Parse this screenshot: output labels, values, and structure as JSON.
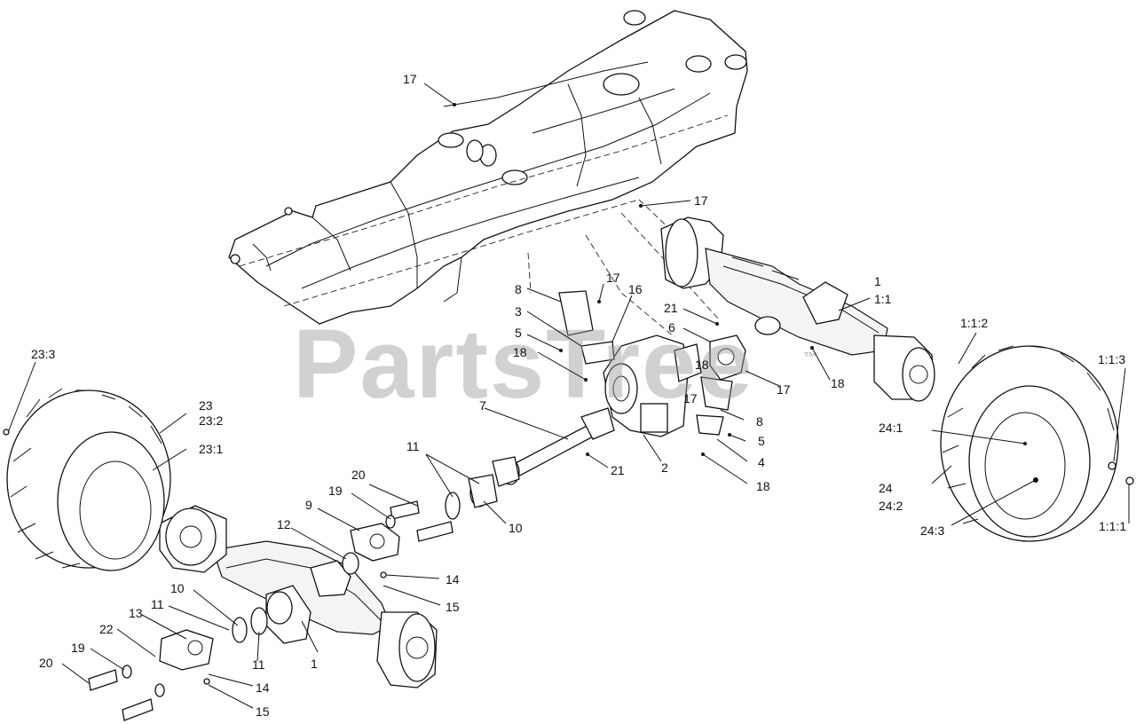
{
  "watermark": {
    "text": "PartsTree",
    "trademark": "™"
  },
  "callouts": {
    "c17a": "17",
    "c17b": "17",
    "c17c": "17",
    "c17d": "17",
    "c17e": "17",
    "c16": "16",
    "c8a": "8",
    "c8b": "8",
    "c3": "3",
    "c5a": "5",
    "c5b": "5",
    "c18a": "18",
    "c18b": "18",
    "c18c": "18",
    "c18d": "18",
    "c21a": "21",
    "c21b": "21",
    "c6": "6",
    "c7": "7",
    "c2": "2",
    "c4": "4",
    "c1a": "1",
    "c1b": "1",
    "c1_1": "1:1",
    "c1_1_1": "1:1:1",
    "c1_1_2": "1:1:2",
    "c1_1_3": "1:1:3",
    "c23": "23",
    "c23_1": "23:1",
    "c23_2": "23:2",
    "c23_3": "23:3",
    "c24": "24",
    "c24_1": "24:1",
    "c24_2": "24:2",
    "c24_3": "24:3",
    "c11a": "11",
    "c11b": "11",
    "c11c": "11",
    "c10a": "10",
    "c10b": "10",
    "c9": "9",
    "c12": "12",
    "c13": "13",
    "c14a": "14",
    "c14b": "14",
    "c15a": "15",
    "c15b": "15",
    "c19a": "19",
    "c19b": "19",
    "c20a": "20",
    "c20b": "20",
    "c22": "22"
  }
}
